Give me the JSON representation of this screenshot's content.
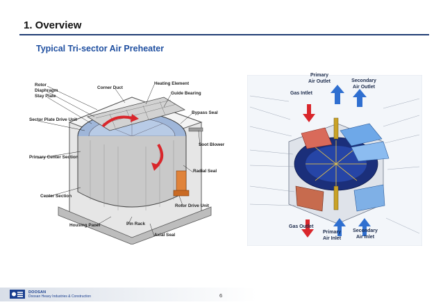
{
  "slide": {
    "title": "1. Overview",
    "subtitle": "Typical Tri-sector Air Preheater",
    "page_number": "6"
  },
  "left_diagram": {
    "labels": {
      "rotor": "Rotor",
      "diaphragm": "Diaphragm",
      "stay_plate": "Stay Plate",
      "corner_duct": "Corner Duct",
      "heating_element": "Heating Element",
      "guide_bearing": "Guide Bearing",
      "bypass_seal": "Bypass Seal",
      "sector_plate_drive_unit": "Sector Plate Drive Unit",
      "soot_blower": "Soot Blower",
      "primary_center_section": "Primary Center Section",
      "radial_seal": "Radial Seal",
      "center_section": "Center Section",
      "rotor_drive_unit": "Rotor Drive Unit",
      "housing_panel": "Housing Panel",
      "pin_rack": "Pin Rack",
      "axial_seal": "Axial Seal"
    }
  },
  "right_diagram": {
    "labels": {
      "primary_air_outlet_1": "Primary",
      "primary_air_outlet_2": "Air Outlet",
      "secondary_air_outlet_1": "Secondary",
      "secondary_air_outlet_2": "Air Outlet",
      "gas_inlet": "Gas Intlet",
      "gas_outlet": "Gas Outlet",
      "primary_air_inlet_1": "Primary",
      "primary_air_inlet_2": "Air Inlet",
      "secondary_air_inlet_1": "Secondary",
      "secondary_air_inlet_2": "Air Inlet"
    }
  },
  "footer": {
    "logo_name": "DOOSAN",
    "company": "Doosan Heavy Industries & Construction"
  },
  "colors": {
    "title_rule": "#1f3b73",
    "subtitle": "#1f4fa0",
    "hot_arrow": "#d9262b",
    "cold_arrow": "#2f6fd0"
  }
}
